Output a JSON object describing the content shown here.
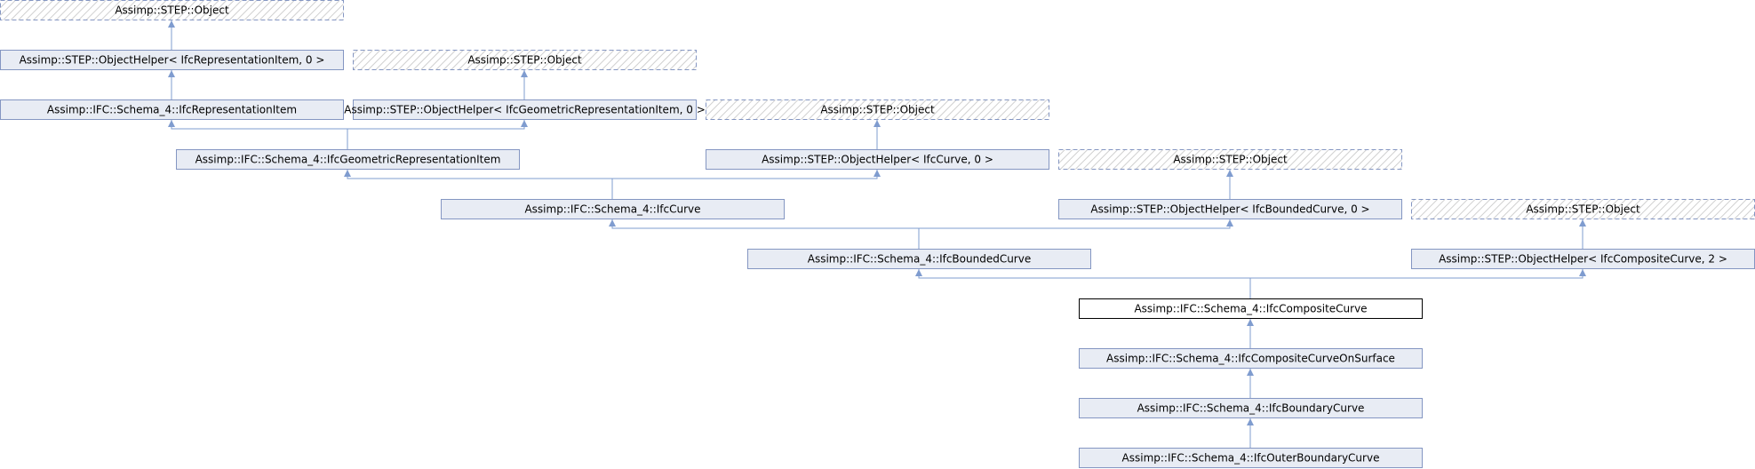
{
  "colors": {
    "node_fill": "#e8ecf4",
    "node_border": "#8496c2",
    "current_border": "#000000",
    "current_fill": "#ffffff",
    "external_border": "#8496c2",
    "hatch": "#d0d0d0",
    "edge": "#7f9ccf",
    "text": "#000000"
  },
  "diagram": {
    "nodes": [
      {
        "id": "n1",
        "label": "Assimp::STEP::Object",
        "kind": "external"
      },
      {
        "id": "n2",
        "label": "Assimp::STEP::ObjectHelper< IfcRepresentationItem, 0 >",
        "kind": "normal"
      },
      {
        "id": "n3",
        "label": "Assimp::STEP::Object",
        "kind": "external"
      },
      {
        "id": "n4",
        "label": "Assimp::IFC::Schema_4::IfcRepresentationItem",
        "kind": "normal"
      },
      {
        "id": "n5",
        "label": "Assimp::STEP::ObjectHelper< IfcGeometricRepresentationItem, 0 >",
        "kind": "normal"
      },
      {
        "id": "n6",
        "label": "Assimp::STEP::Object",
        "kind": "external"
      },
      {
        "id": "n7",
        "label": "Assimp::IFC::Schema_4::IfcGeometricRepresentationItem",
        "kind": "normal"
      },
      {
        "id": "n8",
        "label": "Assimp::STEP::ObjectHelper< IfcCurve, 0 >",
        "kind": "normal"
      },
      {
        "id": "n9",
        "label": "Assimp::STEP::Object",
        "kind": "external"
      },
      {
        "id": "n10",
        "label": "Assimp::IFC::Schema_4::IfcCurve",
        "kind": "normal"
      },
      {
        "id": "n11",
        "label": "Assimp::STEP::ObjectHelper< IfcBoundedCurve, 0 >",
        "kind": "normal"
      },
      {
        "id": "n12",
        "label": "Assimp::STEP::Object",
        "kind": "external"
      },
      {
        "id": "n13",
        "label": "Assimp::IFC::Schema_4::IfcBoundedCurve",
        "kind": "normal"
      },
      {
        "id": "n14",
        "label": "Assimp::STEP::ObjectHelper< IfcCompositeCurve, 2 >",
        "kind": "normal"
      },
      {
        "id": "n15",
        "label": "Assimp::IFC::Schema_4::IfcCompositeCurve",
        "kind": "current"
      },
      {
        "id": "n16",
        "label": "Assimp::IFC::Schema_4::IfcCompositeCurveOnSurface",
        "kind": "normal"
      },
      {
        "id": "n17",
        "label": "Assimp::IFC::Schema_4::IfcBoundaryCurve",
        "kind": "normal"
      },
      {
        "id": "n18",
        "label": "Assimp::IFC::Schema_4::IfcOuterBoundaryCurve",
        "kind": "normal"
      }
    ],
    "edges": [
      {
        "from": "n2",
        "to": "n1"
      },
      {
        "from": "n4",
        "to": "n2"
      },
      {
        "from": "n5",
        "to": "n3"
      },
      {
        "from": "n7",
        "to": "n4"
      },
      {
        "from": "n7",
        "to": "n5"
      },
      {
        "from": "n8",
        "to": "n6"
      },
      {
        "from": "n10",
        "to": "n7"
      },
      {
        "from": "n10",
        "to": "n8"
      },
      {
        "from": "n11",
        "to": "n9"
      },
      {
        "from": "n13",
        "to": "n10"
      },
      {
        "from": "n13",
        "to": "n11"
      },
      {
        "from": "n14",
        "to": "n12"
      },
      {
        "from": "n15",
        "to": "n13"
      },
      {
        "from": "n15",
        "to": "n14"
      },
      {
        "from": "n16",
        "to": "n15"
      },
      {
        "from": "n17",
        "to": "n16"
      },
      {
        "from": "n18",
        "to": "n17"
      }
    ]
  }
}
